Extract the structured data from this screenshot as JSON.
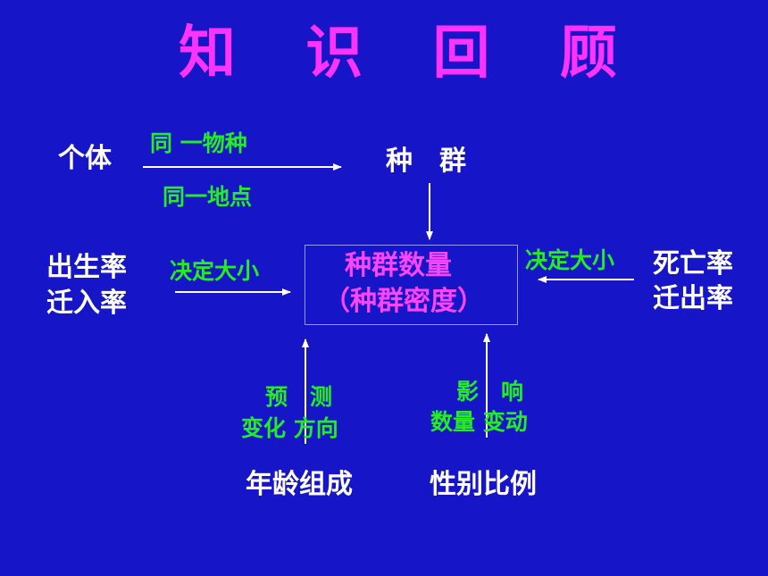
{
  "title": "知 识 回 顾",
  "nodes": {
    "individual": "个体",
    "population": "种　群",
    "birth_rate": "出生率",
    "immigration_rate": "迁入率",
    "death_rate": "死亡率",
    "emigration_rate": "迁出率",
    "center_line1": "种群数量",
    "center_line2": "（种群密度）",
    "age_structure": "年龄组成",
    "sex_ratio": "性别比例"
  },
  "edge_labels": {
    "same_species": "同 一物种",
    "same_location": "同一地点",
    "determines_size_left": "决定大小",
    "determines_size_right": "决定大小",
    "predict_top": "预　测",
    "predict_bottom": "变化 方向",
    "influence_top": "影　响",
    "influence_bottom": "数量 变动"
  },
  "colors": {
    "background": "#1616C8",
    "title": "#FF33FF",
    "node_text": "#FFFFFF",
    "edge_label": "#22EE22",
    "center_text": "#FF44FF"
  }
}
